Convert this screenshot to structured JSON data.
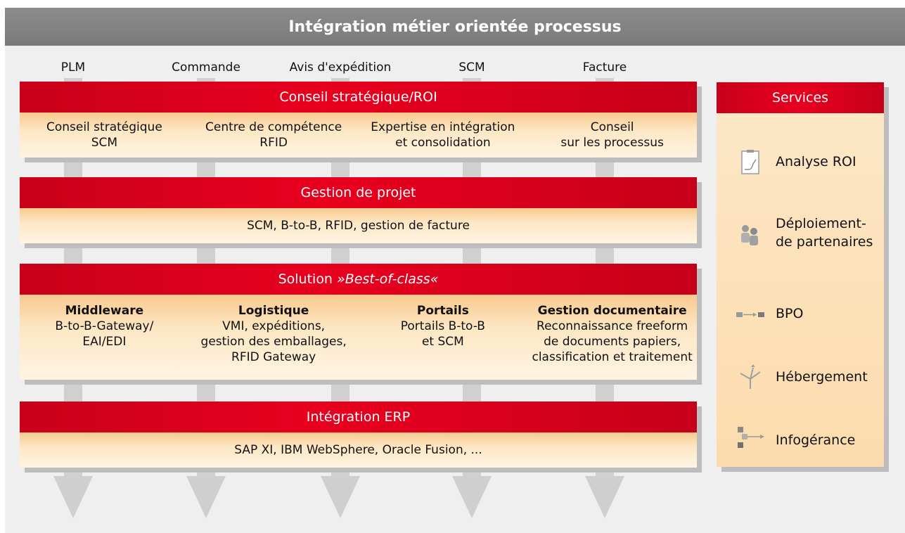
{
  "title": "Intégration métier orientée processus",
  "flows": [
    "PLM",
    "Commande",
    "Avis d'expédition",
    "SCM",
    "Facture"
  ],
  "blocks": {
    "strategy": {
      "header": "Conseil stratégique/ROI",
      "cells": [
        {
          "line1": "Conseil stratégique",
          "line2": "SCM"
        },
        {
          "line1": "Centre de compétence",
          "line2": "RFID"
        },
        {
          "line1": "Expertise en intégration",
          "line2": "et consolidation"
        },
        {
          "line1": "Conseil",
          "line2": "sur les processus"
        }
      ]
    },
    "project": {
      "header": "Gestion de projet",
      "body": "SCM, B-to-B, RFID, gestion de facture"
    },
    "solution": {
      "header_plain": "Solution ",
      "header_italic": "»Best-of-class«",
      "cells": [
        {
          "title": "Middleware",
          "line1": "B-to-B-Gateway/",
          "line2": "EAI/EDI",
          "line3": ""
        },
        {
          "title": "Logistique",
          "line1": "VMI, expéditions,",
          "line2": "gestion des emballages,",
          "line3": "RFID Gateway"
        },
        {
          "title": "Portails",
          "line1": "Portails B-to-B",
          "line2": "et SCM",
          "line3": ""
        },
        {
          "title": "Gestion documentaire",
          "line1": "Reconnaissance freeform",
          "line2": "de documents papiers,",
          "line3": "classification et traitement"
        }
      ]
    },
    "erp": {
      "header": "Intégration ERP",
      "body": "SAP XI, IBM WebSphere, Oracle Fusion, ..."
    }
  },
  "services": {
    "header": "Services",
    "items": [
      {
        "line1": "Analyse ROI",
        "line2": "",
        "icon": "chart-clipboard-icon"
      },
      {
        "line1": "Déploiement-",
        "line2": "de partenaires",
        "icon": "people-icon"
      },
      {
        "line1": "BPO",
        "line2": "",
        "icon": "process-arrow-icon"
      },
      {
        "line1": "Hébergement",
        "line2": "",
        "icon": "hosting-branch-icon"
      },
      {
        "line1": "Infogérance",
        "line2": "",
        "icon": "outsourcing-icon"
      }
    ]
  },
  "colors": {
    "header_red": "#e2001a",
    "title_gray": "#808080",
    "arrow_gray": "#d0d0d0",
    "body_orange": "#fde3bd"
  }
}
